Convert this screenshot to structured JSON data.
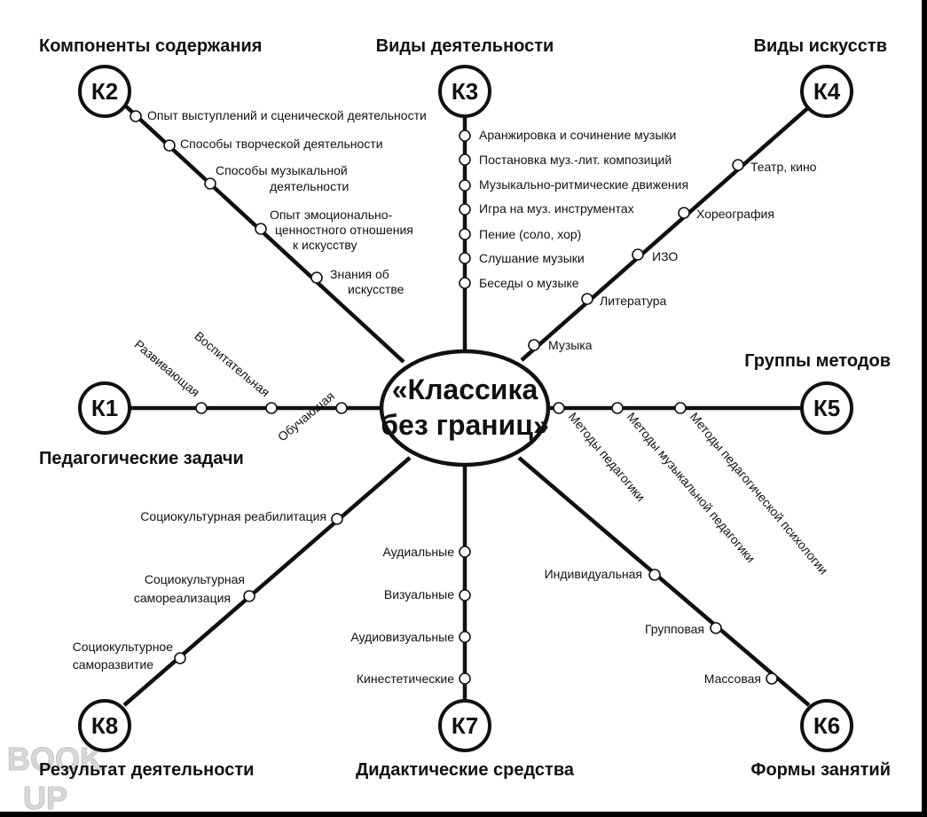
{
  "center": {
    "line1": "«Классика",
    "line2": "без границ»"
  },
  "nodes": {
    "k1": {
      "code": "К1",
      "title": "Педагогические задачи",
      "items": [
        "Развивающая",
        "Воспитательная",
        "Обучающая"
      ]
    },
    "k2": {
      "code": "К2",
      "title": "Компоненты содержания",
      "items": [
        [
          "Опыт выступлений и сценической деятельности"
        ],
        [
          "Способы творческой деятельности"
        ],
        [
          "Способы музыкальной",
          "деятельности"
        ],
        [
          "Опыт эмоционально-",
          "ценностного отношения",
          "к искусству"
        ],
        [
          "Знания об",
          "искусстве"
        ]
      ]
    },
    "k3": {
      "code": "К3",
      "title": "Виды деятельности",
      "items": [
        "Аранжировка и сочинение музыки",
        "Постановка муз.-лит. композиций",
        "Музыкально-ритмические движения",
        "Игра на муз. инструментах",
        "Пение (соло, хор)",
        "Слушание музыки",
        "Беседы о музыке"
      ]
    },
    "k4": {
      "code": "К4",
      "title": "Виды искусств",
      "items": [
        "Театр, кино",
        "Хореография",
        "ИЗО",
        "Литература",
        "Музыка"
      ]
    },
    "k5": {
      "code": "К5",
      "title": "Группы методов",
      "items": [
        "Методы педагогики",
        "Методы музыкальной педагогики",
        "Методы педагогической психологии"
      ]
    },
    "k6": {
      "code": "К6",
      "title": "Формы занятий",
      "items": [
        "Индивидуальная",
        "Групповая",
        "Массовая"
      ]
    },
    "k7": {
      "code": "К7",
      "title": "Дидактические средства",
      "items": [
        "Аудиальные",
        "Визуальные",
        "Аудиовизуальные",
        "Кинестетические"
      ]
    },
    "k8": {
      "code": "К8",
      "title": "Результат деятельности",
      "items": [
        [
          "Социокультурная  реабилитация"
        ],
        [
          "Социокультурная",
          "самореализация"
        ],
        [
          "Социокультурное",
          "саморазвитие"
        ]
      ]
    }
  },
  "watermark": {
    "line1": "BOOK",
    "line2": "UP"
  }
}
